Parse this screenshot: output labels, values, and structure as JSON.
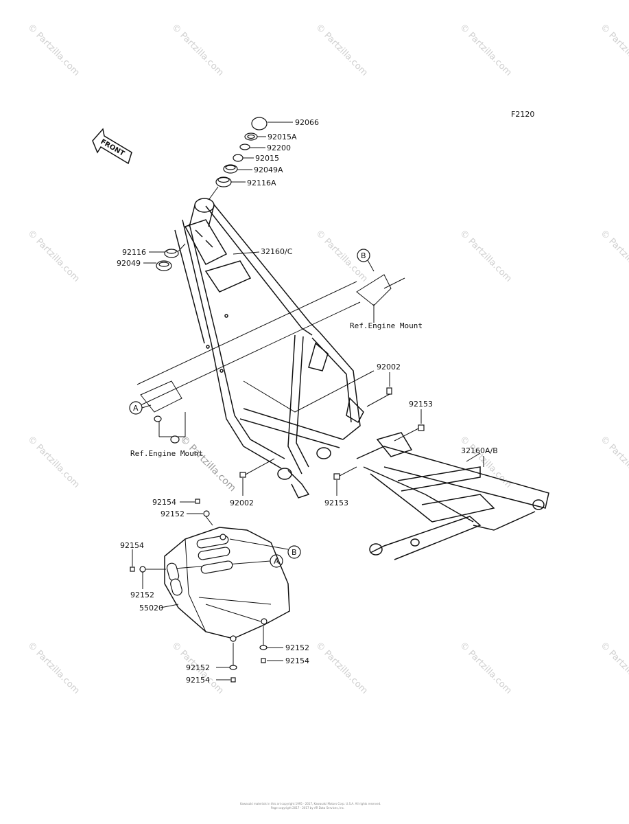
{
  "figure_code": "F2120",
  "front_arrow_label": "FRONT",
  "watermark": "© Partzilla.com",
  "callout_letters": {
    "a": "A",
    "b": "B"
  },
  "references": {
    "engine_mount_upper": "Ref.Engine Mount",
    "engine_mount_lower": "Ref.Engine Mount"
  },
  "parts": {
    "p92066": "92066",
    "p92015A": "92015A",
    "p92200": "92200",
    "p92015": "92015",
    "p92049A": "92049A",
    "p92116A": "92116A",
    "p92116": "92116",
    "p92049": "92049",
    "p32160C": "32160/C",
    "p92002_right": "92002",
    "p92153_right": "92153",
    "p32160AB": "32160A/B",
    "p92002_bottom": "92002",
    "p92153_bottom": "92153",
    "p92154_top": "92154",
    "p92152_top": "92152",
    "p92154_left": "92154",
    "p92152_left": "92152",
    "p55020": "55020",
    "p92152_br": "92152",
    "p92154_br": "92154",
    "p92152_bl": "92152",
    "p92154_bl": "92154"
  },
  "footer": {
    "line1": "Kawasaki materials in this art copyright 1995 - 2017, Kawasaki Motors Corp. U.S.A. All rights reserved.",
    "line2": "Page copyright 2017 - 2017 by AR Data Services, Inc."
  }
}
